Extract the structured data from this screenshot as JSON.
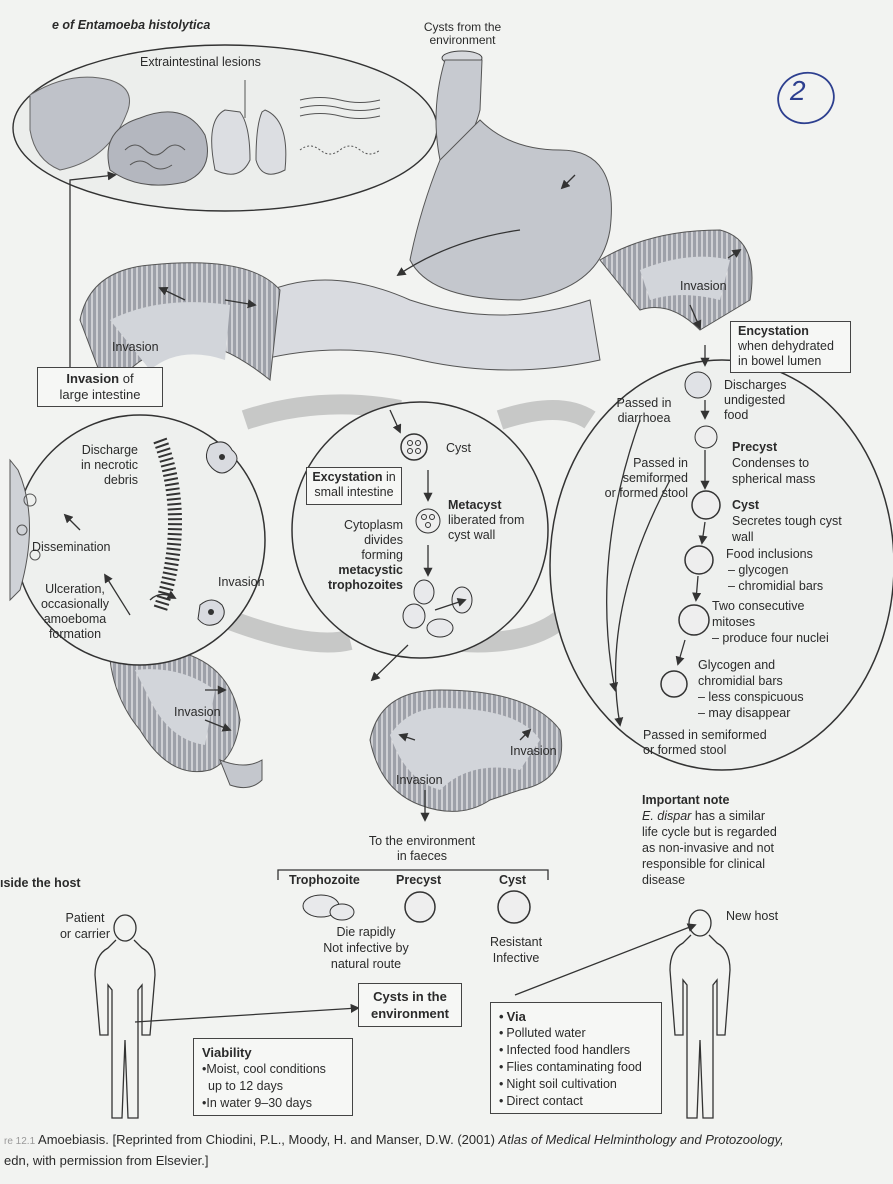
{
  "title_bold": "e of Entamoeba histolytica",
  "page_number_handwritten": "2",
  "cysts_from_env": [
    "Cysts from the",
    "environment"
  ],
  "extraintestinal": "Extraintestinal lesions",
  "invasion_label": "Invasion",
  "large_intestine": {
    "title_bold": "Invasion",
    "title_rest": " of",
    "title_line2": "large intestine",
    "discharge": [
      "Discharge",
      "in necrotic",
      "debris"
    ],
    "dissemination": "Dissemination",
    "ulceration": [
      "Ulceration,",
      "occasionally",
      "amoeboma",
      "formation"
    ],
    "invasion": "Invasion"
  },
  "small_intestine": {
    "cyst": "Cyst",
    "excystation_bold": "Excystation",
    "excystation_rest": " in",
    "excystation_line2": "small intestine",
    "metacyst_bold": "Metacyst",
    "metacyst_desc": [
      "liberated from",
      "cyst wall"
    ],
    "cytoplasm": [
      "Cytoplasm",
      "divides",
      "forming"
    ],
    "metacystic": [
      "metacystic",
      "trophozoites"
    ]
  },
  "encystation": {
    "title": "Encystation",
    "desc": [
      "when dehydrated",
      "in bowel lumen"
    ],
    "passed_diarrhoea": [
      "Passed in",
      "diarrhoea"
    ],
    "discharges": [
      "Discharges",
      "undigested",
      "food"
    ],
    "passed_semiformed": [
      "Passed in",
      "semiformed",
      "or formed stool"
    ],
    "precyst_title": "Precyst",
    "precyst_desc": [
      "Condenses to",
      "spherical mass"
    ],
    "cyst_title": "Cyst",
    "cyst_desc": [
      "Secretes tough cyst",
      "wall"
    ],
    "food_inclusions": [
      "Food inclusions",
      "– glycogen",
      "– chromidial bars"
    ],
    "mitoses": [
      "Two consecutive",
      "mitoses",
      "– produce four nuclei"
    ],
    "glycogen": [
      "Glycogen and",
      "chromidial bars",
      "– less conspicuous",
      "– may disappear"
    ],
    "passed_bottom": [
      "Passed in semiformed",
      "or formed stool"
    ]
  },
  "important_note": {
    "title": "Important note",
    "italic": "E. dispar",
    "first_line_rest": " has a similar",
    "lines": [
      "life cycle but is regarded",
      "as non-invasive and not",
      "responsible for clinical",
      "disease"
    ]
  },
  "environment": {
    "to_env": [
      "To the environment",
      "in faeces"
    ],
    "trophozoite": "Trophozoite",
    "precyst": "Precyst",
    "cyst": "Cyst",
    "die": [
      "Die rapidly",
      "Not infective by",
      "natural route"
    ],
    "resistant": [
      "Resistant",
      "Infective"
    ]
  },
  "outside_host": "ıside the host",
  "patient": [
    "Patient",
    "or carrier"
  ],
  "new_host": "New host",
  "cysts_box": [
    "Cysts in the",
    "environment"
  ],
  "viability": {
    "title": "Viability",
    "items": [
      "Moist, cool conditions",
      "up to 12 days",
      "In water 9–30 days"
    ]
  },
  "via": {
    "title": "Via",
    "items": [
      "Polluted water",
      "Infected food handlers",
      "Flies contaminating food",
      "Night soil cultivation",
      "Direct contact"
    ]
  },
  "caption": {
    "fig": "re 12.1",
    "line1": " Amoebiasis. [Reprinted from Chiodini, P.L., Moody, H. and Manser, D.W. (2001) ",
    "italic": "Atlas of Medical Helminthology and Protozoology,",
    "line2": "edn, with permission from Elsevier.]"
  },
  "colors": {
    "ink": "#2b2b2b",
    "gut": "#a3a5ad",
    "gut_light": "#cfd2d8",
    "paper": "#f2f3f1",
    "pen": "#2d3f8f"
  }
}
